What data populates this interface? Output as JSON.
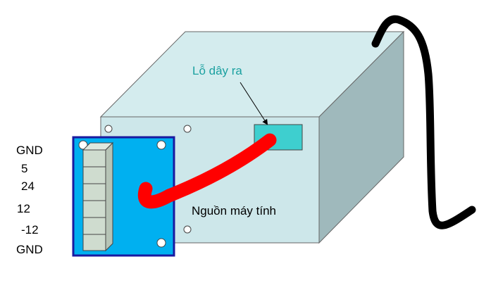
{
  "labels": {
    "outlet_hole": "Lỗ dây ra",
    "power_supply": "Nguồn máy tính"
  },
  "pins": [
    "GND",
    "5",
    "24",
    "12",
    "-12",
    "GND"
  ],
  "colors": {
    "box_front": "#cde7ea",
    "box_top": "#d4ecee",
    "box_side": "#9fb9bc",
    "outlet": "#3ecfcf",
    "connector_board": "#00b0f0",
    "connector_border": "#1a1aa0",
    "cable_red": "#ff0000",
    "cable_black": "#000000",
    "callout_text": "#1aa0a0"
  }
}
